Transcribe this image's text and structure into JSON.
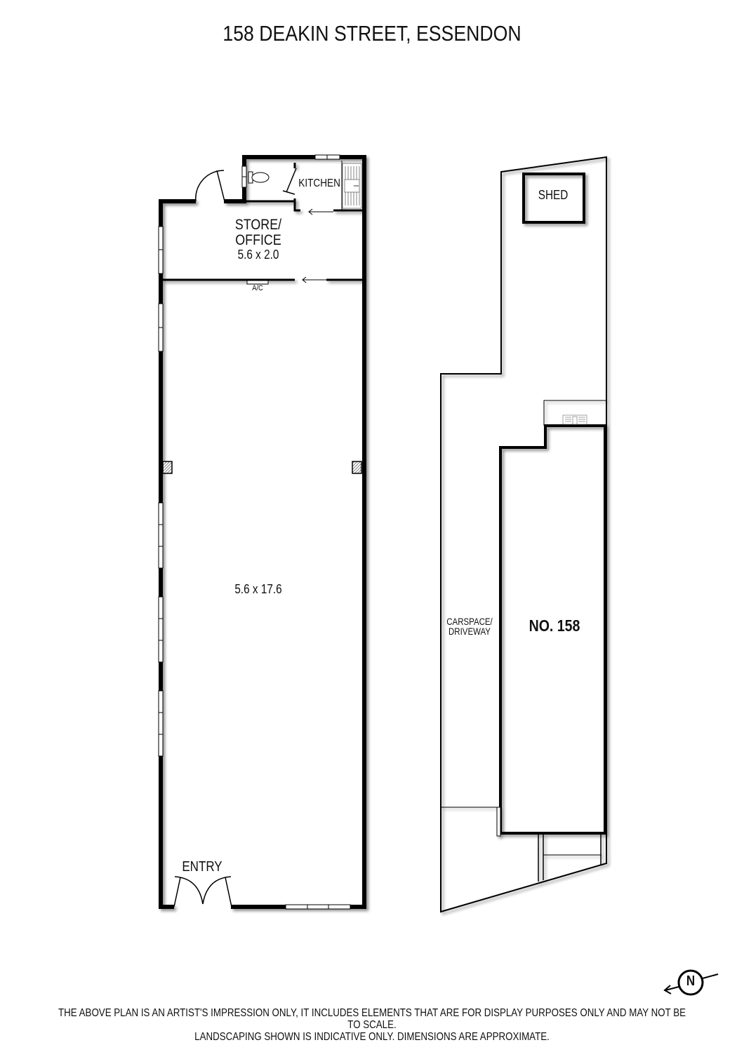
{
  "title": "158 DEAKIN STREET, ESSENDON",
  "floor_plan": {
    "rooms": [
      {
        "name": "STORE/",
        "name2": "OFFICE",
        "dims": "5.6 x 2.0"
      },
      {
        "name": "KITCHEN"
      },
      {
        "name": "",
        "dims": "5.6 x 17.6"
      },
      {
        "name": "ENTRY"
      }
    ],
    "fixtures": {
      "ac": "A/C"
    }
  },
  "site_plan": {
    "shed": "SHED",
    "carspace_line1": "CARSPACE/",
    "carspace_line2": "DRIVEWAY",
    "building": "NO. 158"
  },
  "compass": {
    "label": "N"
  },
  "disclaimer": {
    "line1": "THE ABOVE PLAN IS AN ARTIST'S IMPRESSION ONLY, IT INCLUDES ELEMENTS THAT ARE FOR DISPLAY PURPOSES ONLY AND MAY NOT BE TO SCALE.",
    "line2": "LANDSCAPING SHOWN IS INDICATIVE ONLY. DIMENSIONS ARE APPROXIMATE."
  }
}
